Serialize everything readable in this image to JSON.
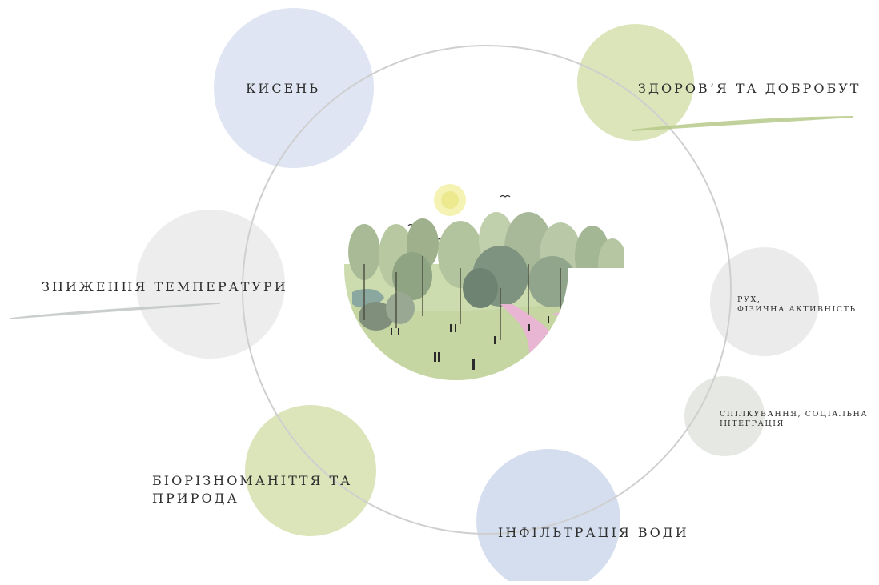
{
  "colors": {
    "blue_circle": "#dfe5f3",
    "green_circle": "#dbe5b9",
    "grey_circle": "#ededed",
    "grey_small_circle": "#e6e8e3",
    "ring": "#cccccc",
    "path_pink": "#e9b6d3",
    "grass": "#c8d8a8",
    "sun": "#f0ef9a"
  },
  "labels": {
    "oxygen": "КИСЕНЬ",
    "health": "ЗДОРОВ’Я ТА ДОБРОБУТ",
    "temperature": "ЗНИЖЕННЯ ТЕМПЕРАТУРИ",
    "movement_line1": "РУХ,",
    "movement_line2": "ФІЗИЧНА АКТИВНІСТЬ",
    "social_line1": "СПІЛКУВАННЯ, СОЦІАЛЬНА",
    "social_line2": "ІНТЕГРАЦІЯ",
    "biodiversity_line1": "БІОРІЗНОМАНІТТЯ ТА",
    "biodiversity_line2": "ПРИРОДА",
    "water": "ІНФІЛЬТРАЦІЯ ВОДИ"
  }
}
